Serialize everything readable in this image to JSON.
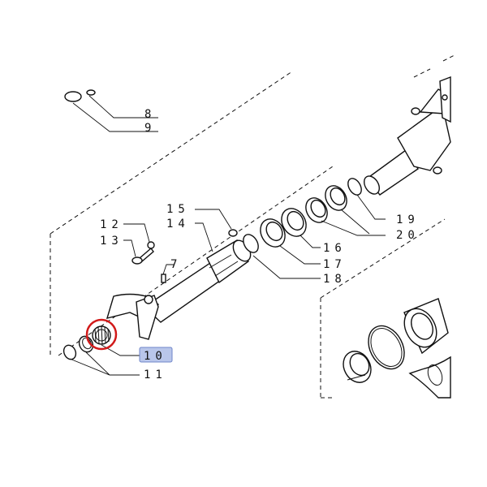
{
  "callouts": [
    {
      "id": "8",
      "text": "8"
    },
    {
      "id": "9",
      "text": "9"
    },
    {
      "id": "12",
      "text": "12"
    },
    {
      "id": "13",
      "text": "13"
    },
    {
      "id": "15",
      "text": "15"
    },
    {
      "id": "14",
      "text": "14"
    },
    {
      "id": "7",
      "text": "7"
    },
    {
      "id": "10",
      "text": "10"
    },
    {
      "id": "11",
      "text": "11"
    },
    {
      "id": "16",
      "text": "16"
    },
    {
      "id": "17",
      "text": "17"
    },
    {
      "id": "18",
      "text": "18"
    },
    {
      "id": "19",
      "text": "19"
    },
    {
      "id": "20",
      "text": "20"
    }
  ],
  "highlight": {
    "selected_callout": "10",
    "selected_fill": "#b9c6ea",
    "selected_border": "#6f86c9",
    "circle_color": "#d11a1a"
  }
}
